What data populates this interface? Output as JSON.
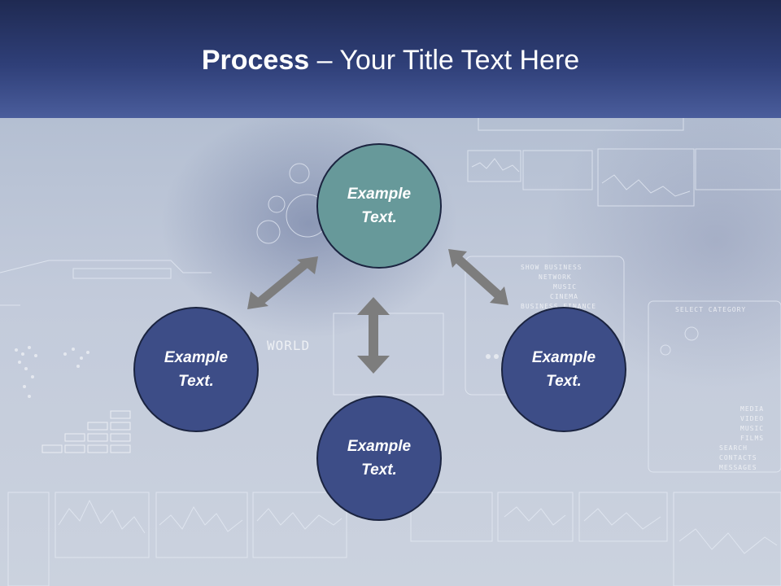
{
  "slide": {
    "title_bold": "Process",
    "title_rest": " – Your Title Text Here"
  },
  "diagram": {
    "nodes": [
      {
        "id": "top",
        "label": "Example\nText.",
        "color": "#67999a"
      },
      {
        "id": "left",
        "label": "Example\nText.",
        "color": "#3d4d87"
      },
      {
        "id": "right",
        "label": "Example\nText.",
        "color": "#3d4d87"
      },
      {
        "id": "bottom",
        "label": "Example\nText.",
        "color": "#3d4d87"
      }
    ],
    "arrow_color": "#7d7d7d"
  },
  "background": {
    "text_lines": [
      "SHOW BUSINESS",
      "NETWORK",
      "MUSIC",
      "CINEMA",
      "BUSINESS FINANCE",
      "SELECT CATEGORY",
      "MEDIA",
      "VIDEO",
      "MUSIC",
      "FILMS",
      "SEARCH",
      "CONTACTS",
      "MESSAGES",
      "WORLD"
    ]
  }
}
